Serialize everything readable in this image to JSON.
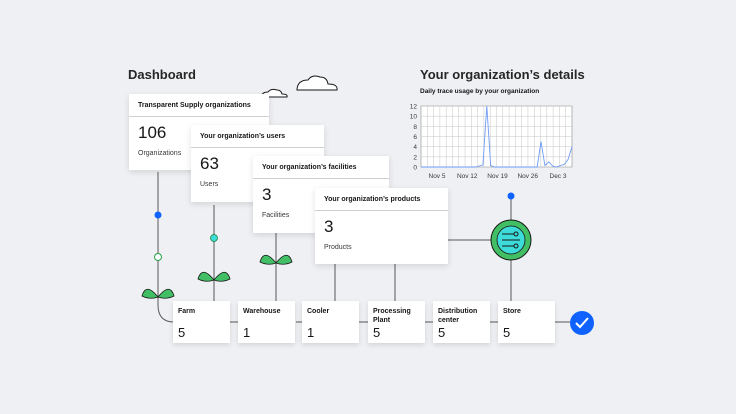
{
  "dashboard": {
    "title": "Dashboard"
  },
  "cards": [
    {
      "header": "Transparent Supply organizations",
      "value": "106",
      "sub": "Organizations"
    },
    {
      "header": "Your organization’s users",
      "value": "63",
      "sub": "Users"
    },
    {
      "header": "Your organization’s facilities",
      "value": "3",
      "sub": "Facilities"
    },
    {
      "header": "Your organization’s products",
      "value": "3",
      "sub": "Products"
    }
  ],
  "details": {
    "title": "Your organization’s details",
    "subtitle": "Daily trace usage by your organization"
  },
  "chart_data": {
    "type": "line",
    "title": "Daily trace usage by your organization",
    "xlabel": "",
    "ylabel": "",
    "ylim": [
      0,
      12
    ],
    "yticks": [
      "0",
      "2",
      "4",
      "6",
      "8",
      "10",
      "12"
    ],
    "xticks": [
      "Nov 5",
      "Nov 12",
      "Nov 19",
      "Nov 26",
      "Dec 3"
    ],
    "grid": true,
    "line_color": "#6f9cf7",
    "x": [
      0,
      1,
      2,
      3,
      4,
      5,
      6,
      7,
      8,
      9,
      10,
      11,
      12,
      13,
      14,
      15,
      16,
      17,
      18,
      19,
      20,
      21,
      22,
      23,
      24,
      25,
      26,
      27,
      28,
      29,
      30,
      31,
      32,
      33,
      34,
      35,
      36,
      37,
      38,
      39
    ],
    "values": [
      0,
      0,
      0,
      0,
      0,
      0,
      0,
      0,
      0,
      0,
      0,
      0,
      0,
      0,
      0,
      0.2,
      0.4,
      12,
      0.3,
      0,
      0,
      0,
      0,
      0,
      0,
      0,
      0,
      0,
      0,
      0,
      0,
      5,
      0.3,
      1,
      0.2,
      0,
      0.3,
      0.5,
      1.5,
      4
    ]
  },
  "pipeline": {
    "nodes": [
      {
        "label": "Farm",
        "value": "5"
      },
      {
        "label": "Warehouse",
        "value": "1"
      },
      {
        "label": "Cooler",
        "value": "1"
      },
      {
        "label": "Processing\nPlant",
        "value": "5"
      },
      {
        "label": "Distribution\ncenter",
        "value": "5"
      },
      {
        "label": "Store",
        "value": "5"
      }
    ]
  },
  "colors": {
    "accent": "#0f62fe",
    "teal": "#3ddbd9",
    "plant": "#42be65",
    "hub": "#24a148"
  },
  "icons": {
    "check": "checkmark-icon",
    "hub": "trace-hub-icon",
    "cloud": "cloud-icon",
    "plant": "sprout-icon"
  }
}
